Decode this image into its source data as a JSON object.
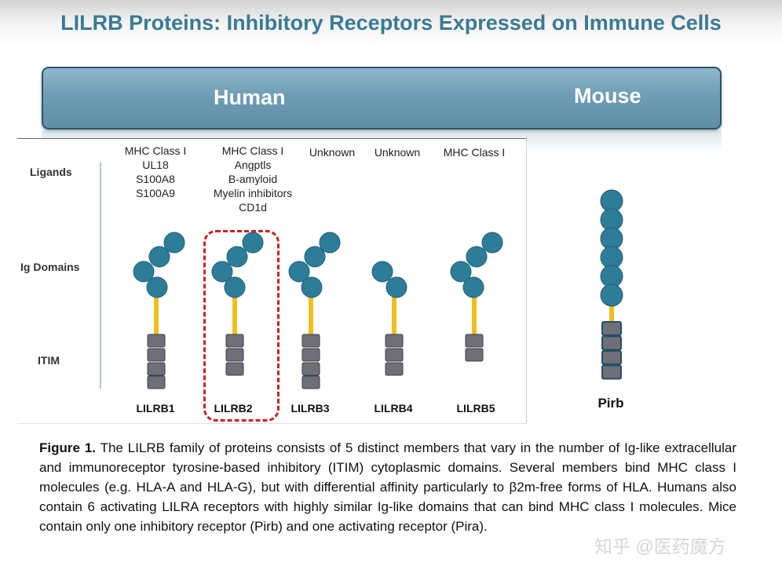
{
  "title": "LILRB Proteins: Inhibitory Receptors Expressed on Immune Cells",
  "banner": {
    "human": "Human",
    "mouse": "Mouse"
  },
  "row_labels": {
    "ligands": "Ligands",
    "ig_domains": "Ig Domains",
    "itim": "ITIM"
  },
  "receptors": [
    {
      "name": "LILRB1",
      "ligands": [
        "MHC Class I",
        "UL18",
        "S100A8",
        "S100A9"
      ],
      "ig_domains": 4,
      "itim_segments": 4,
      "highlighted": false
    },
    {
      "name": "LILRB2",
      "ligands": [
        "MHC Class I",
        "Angptls",
        "B-amyloid",
        "Myelin inhibitors",
        "CD1d"
      ],
      "ig_domains": 4,
      "itim_segments": 3,
      "highlighted": true
    },
    {
      "name": "LILRB3",
      "ligands": [
        "Unknown"
      ],
      "ig_domains": 4,
      "itim_segments": 4,
      "highlighted": false
    },
    {
      "name": "LILRB4",
      "ligands": [
        "Unknown"
      ],
      "ig_domains": 2,
      "itim_segments": 3,
      "highlighted": false
    },
    {
      "name": "LILRB5",
      "ligands": [
        "MHC Class I"
      ],
      "ig_domains": 4,
      "itim_segments": 2,
      "highlighted": false
    }
  ],
  "mouse_receptor": {
    "name": "Pirb",
    "ig_domains": 6,
    "itim_segments": 4
  },
  "caption": {
    "label": "Figure 1.",
    "text": " The LILRB family of proteins consists of 5 distinct members that vary in the number of Ig-like extracellular and immunoreceptor tyrosine-based inhibitory (ITIM) cytoplasmic domains. Several members bind MHC class I molecules (e.g. HLA-A and HLA-G), but with differential affinity particularly to β2m-free forms of HLA. Humans also contain 6 activating LILRA receptors with highly similar Ig-like domains that can bind MHC class I molecules. Mice contain only one inhibitory receptor (Pirb) and one activating receptor (Pira)."
  },
  "watermark": "知乎 @医药魔方",
  "colors": {
    "title": "#3a7a93",
    "domain_fill": "#2e7d98",
    "domain_stroke": "#1f5f78",
    "stalk": "#f0bf1e",
    "itim_fill": "#6f6f77",
    "itim_stroke": "#3e3e46",
    "pirb_itim_stroke": "#234e66",
    "highlight_box": "#cc2222"
  }
}
